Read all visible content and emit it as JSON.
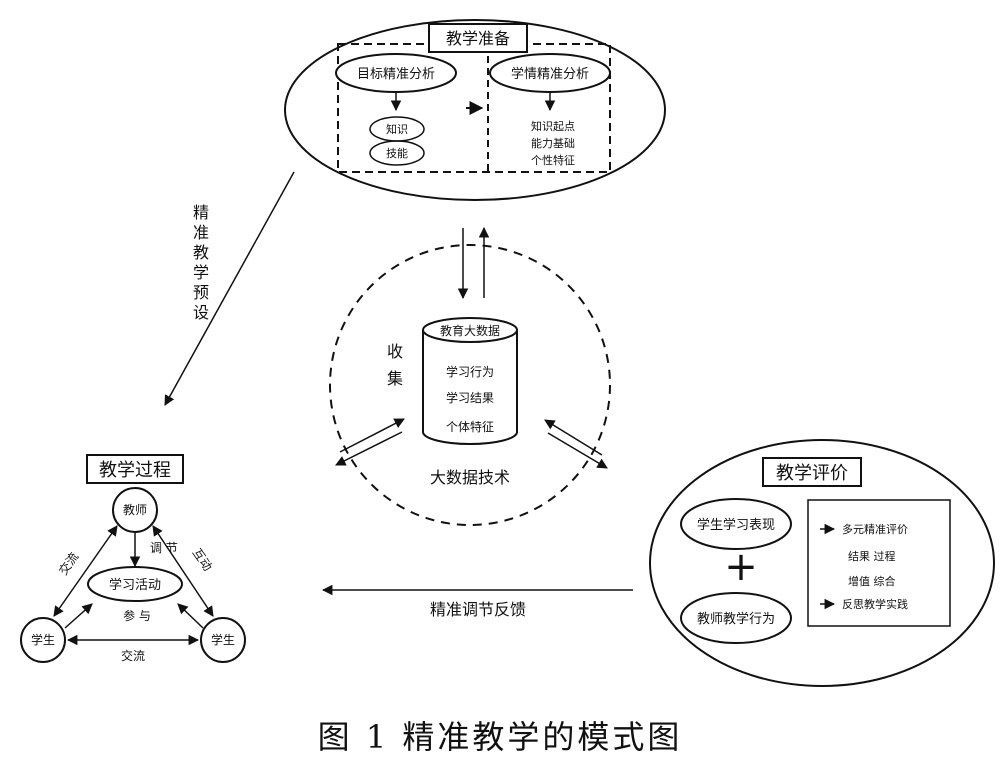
{
  "prep": {
    "title": "教学准备",
    "goal_analysis": "目标精准分析",
    "goal_items": [
      "知识",
      "技能"
    ],
    "learner_analysis": "学情精准分析",
    "learner_items": [
      "知识起点",
      "能力基础",
      "个性特征"
    ]
  },
  "center": {
    "database_title": "教育大数据",
    "database_items": [
      "学习行为",
      "学习结果",
      "个体特征"
    ],
    "collect_label": [
      "收",
      "集"
    ],
    "tech_label": "大数据技术"
  },
  "left_arrow_label": [
    "精",
    "准",
    "教",
    "学",
    "预",
    "设"
  ],
  "process": {
    "title": "教学过程",
    "teacher": "教师",
    "activity": "学习活动",
    "student_left": "学生",
    "student_right": "学生",
    "adjust": "调 节",
    "participate": "参 与",
    "guide": "交流",
    "interact": "互动",
    "exchange": "交流"
  },
  "evaluation": {
    "title": "教学评价",
    "student_performance": "学生学习表现",
    "plus": "+",
    "teacher_behavior": "教师教学行为",
    "box_lines": [
      "多元精准评价",
      "结果  过程",
      "增值  综合",
      "反思教学实践"
    ]
  },
  "feedback_label": "精准调节反馈",
  "caption": "图 1   精准教学的模式图"
}
